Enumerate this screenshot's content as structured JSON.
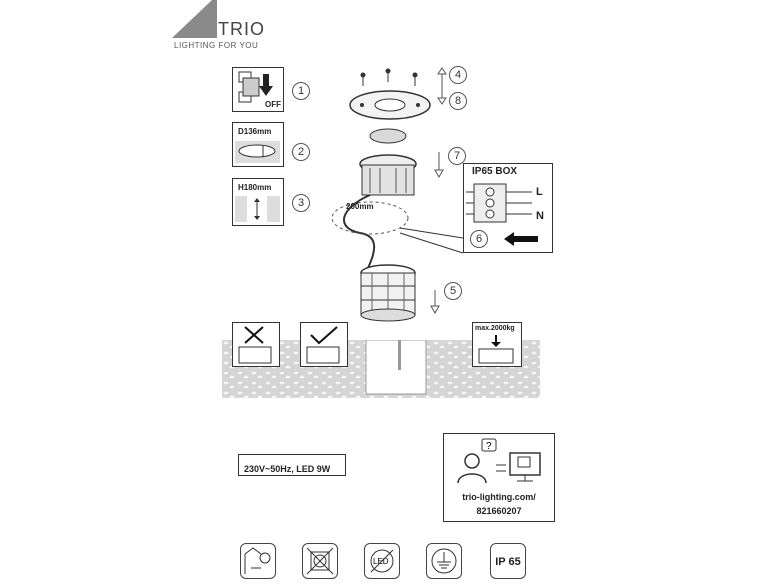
{
  "brand": {
    "name": "TRIO",
    "tagline": "LIGHTING FOR YOU"
  },
  "steps": {
    "s1": {
      "num": "1",
      "label": "OFF"
    },
    "s2": {
      "num": "2",
      "label": "D136mm"
    },
    "s3": {
      "num": "3",
      "label": "H180mm"
    },
    "s4": {
      "num": "4"
    },
    "s5": {
      "num": "5"
    },
    "s6": {
      "num": "6"
    },
    "s7": {
      "num": "7"
    },
    "s8": {
      "num": "8"
    }
  },
  "cable": {
    "length": "200mm"
  },
  "box": {
    "title": "IP65  BOX",
    "terminals": [
      "L",
      "N"
    ]
  },
  "ground": {
    "load": "max.2000kg"
  },
  "spec": {
    "text": "230V~50Hz, LED 9W"
  },
  "support": {
    "url": "trio-lighting.com/",
    "code": "821660207"
  },
  "pictograms": [
    {
      "icon": "indoor-lamp-icon"
    },
    {
      "icon": "no-cover-icon"
    },
    {
      "icon": "led-not-replaceable-icon"
    },
    {
      "icon": "ground-earth-icon"
    },
    {
      "icon": "ip-rating-icon",
      "label": "IP 65"
    }
  ]
}
